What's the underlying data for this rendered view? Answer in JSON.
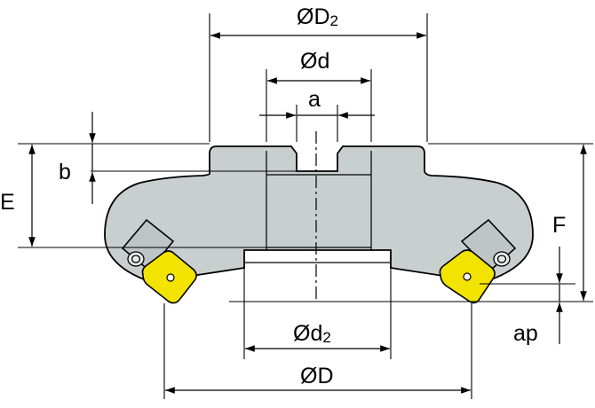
{
  "labels": {
    "D2_main": "ØD",
    "D2_sub": "2",
    "d": "Ød",
    "a": "a",
    "b": "b",
    "E": "E",
    "F": "F",
    "ap": "ap",
    "d2_main": "Ød",
    "d2_sub": "2",
    "D": "ØD"
  },
  "colors": {
    "body": "#c9cfcf",
    "insert": "#f2e300",
    "lines": "#000000"
  },
  "icons": {
    "insert_left": "square-insert",
    "insert_right": "square-insert",
    "screw": "clamp-screw"
  }
}
